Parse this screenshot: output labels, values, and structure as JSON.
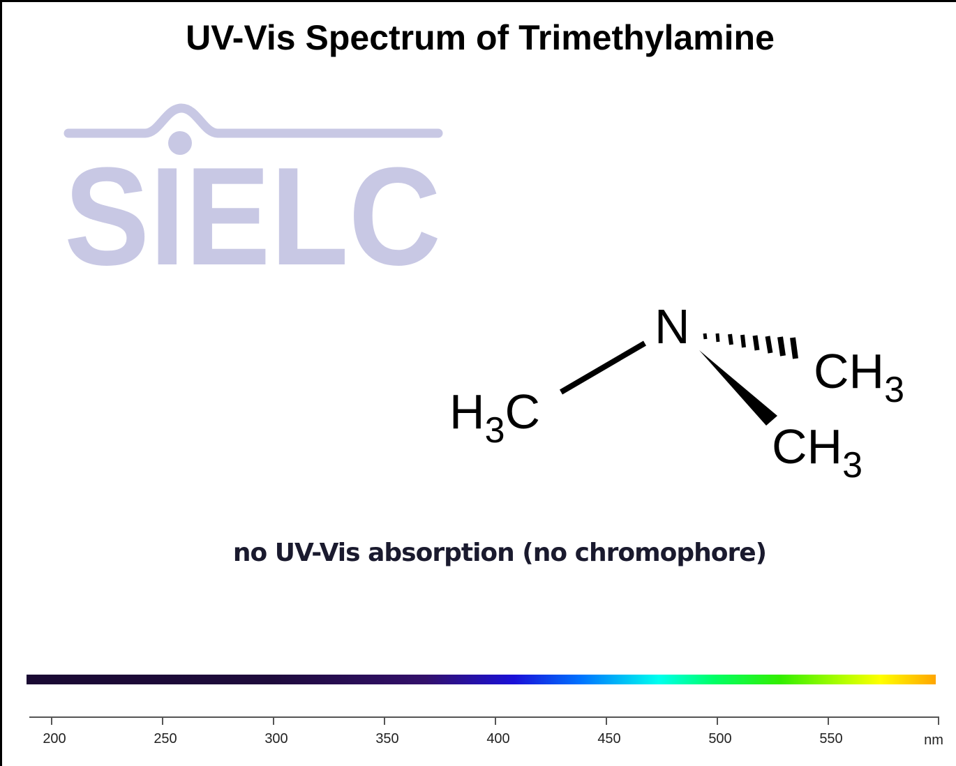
{
  "chart_data": {
    "type": "line",
    "title": "UV-Vis Spectrum of Trimethylamine",
    "annotation": "no UV-Vis absorption (no chromophore)",
    "x_unit": "nm",
    "xlim": [
      190,
      600
    ],
    "x_ticks": [
      200,
      250,
      300,
      350,
      400,
      450,
      500,
      550
    ],
    "series": [],
    "spectrum_bar_colors": [
      {
        "nm": 190,
        "color": "#1a0a33"
      },
      {
        "nm": 300,
        "color": "#1e0b3c"
      },
      {
        "nm": 370,
        "color": "#33106b"
      },
      {
        "nm": 410,
        "color": "#1a10d8"
      },
      {
        "nm": 440,
        "color": "#0073ff"
      },
      {
        "nm": 475,
        "color": "#00ffee"
      },
      {
        "nm": 500,
        "color": "#00ff66"
      },
      {
        "nm": 530,
        "color": "#33ee00"
      },
      {
        "nm": 560,
        "color": "#bbff00"
      },
      {
        "nm": 575,
        "color": "#ffff00"
      },
      {
        "nm": 600,
        "color": "#ffa500"
      }
    ]
  },
  "watermark": {
    "text": "SIELC",
    "color": "#c8c8e4"
  },
  "molecule": {
    "center": "N",
    "left_group_main": "H",
    "left_group_sub": "3",
    "left_group_tail": "C",
    "right_group_main": "CH",
    "right_group_sub": "3",
    "wedge_group_main": "CH",
    "wedge_group_sub": "3"
  }
}
